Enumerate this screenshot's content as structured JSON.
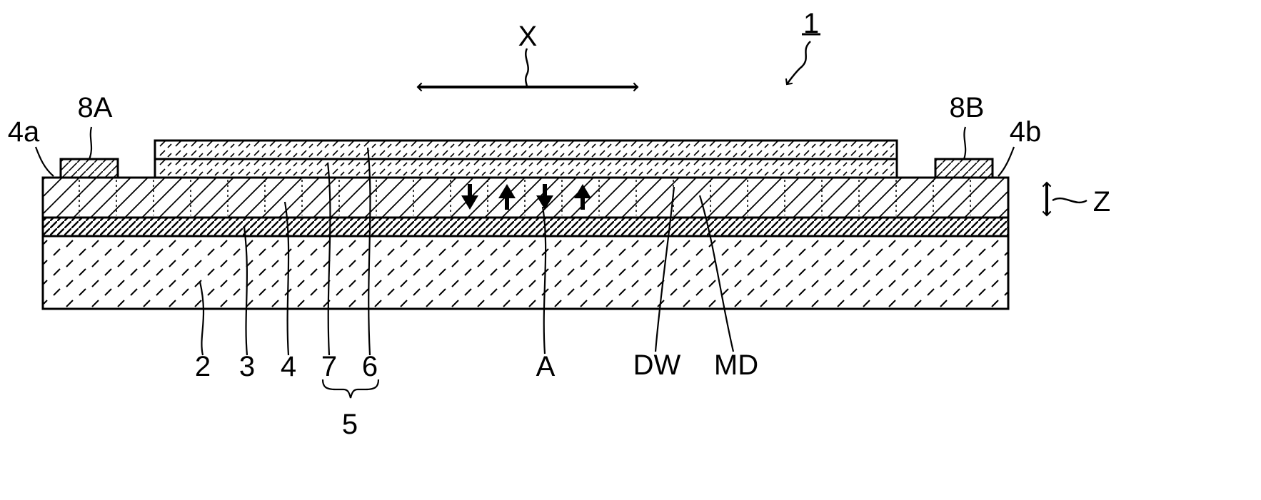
{
  "labels": {
    "device": "1",
    "dir_x": "X",
    "dir_z": "Z",
    "electrode_a": "8A",
    "electrode_b": "8B",
    "end_a": "4a",
    "end_b": "4b",
    "substrate": "2",
    "layer_3": "3",
    "layer_4": "4",
    "layer_7": "7",
    "layer_6": "6",
    "group_5": "5",
    "point_a": "A",
    "domain_wall": "DW",
    "magnetic_domain": "MD"
  },
  "magnetization_arrows": [
    "down",
    "up",
    "down",
    "up"
  ]
}
